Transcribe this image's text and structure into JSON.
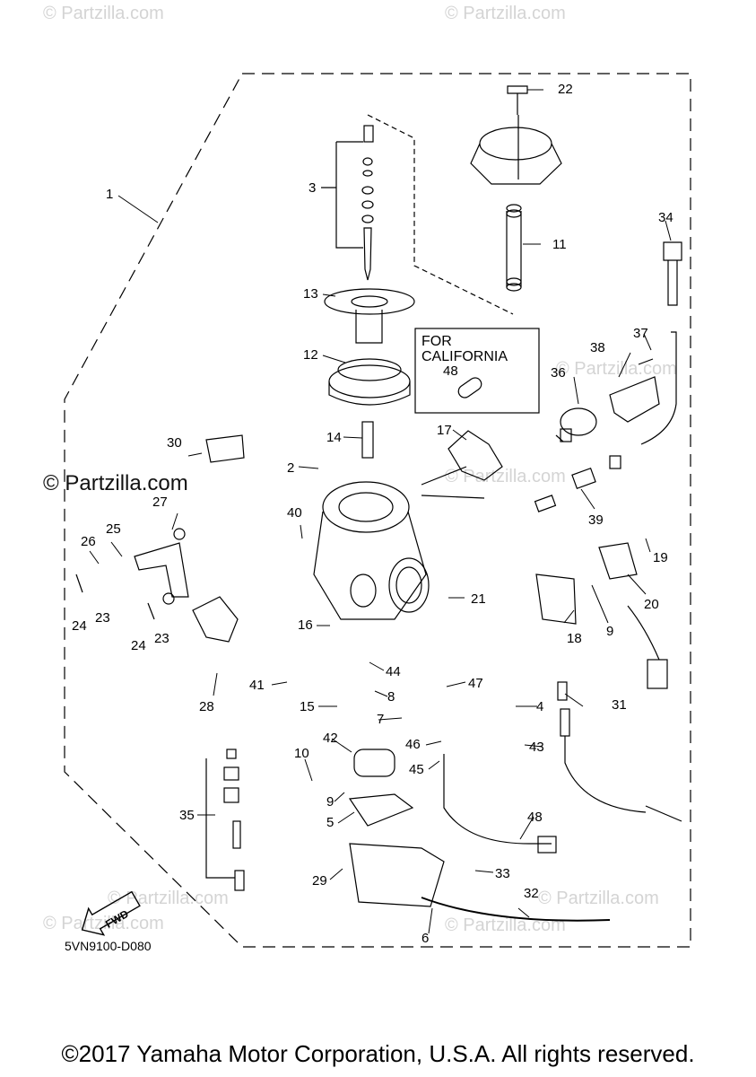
{
  "watermarks": [
    "© Partzilla.com",
    "© Partzilla.com",
    "© Partzilla.com",
    "© Partzilla.com",
    "© Partzilla.com",
    "© Partzilla.com",
    "© Partzilla.com",
    "© Partzilla.com"
  ],
  "watermark_strong": "© Partzilla.com",
  "california_box": [
    "FOR",
    "CALIFORNIA"
  ],
  "fwd_label": "FWD",
  "diagram_code": "5VN9100-D080",
  "copyright": "©2017 Yamaha Motor Corporation, U.S.A. All rights reserved.",
  "callouts": [
    "1",
    "2",
    "3",
    "4",
    "5",
    "6",
    "7",
    "8",
    "9",
    "9",
    "10",
    "11",
    "12",
    "13",
    "14",
    "15",
    "16",
    "17",
    "18",
    "19",
    "20",
    "21",
    "22",
    "23",
    "23",
    "24",
    "24",
    "25",
    "26",
    "27",
    "28",
    "29",
    "30",
    "31",
    "32",
    "33",
    "34",
    "35",
    "36",
    "37",
    "38",
    "39",
    "40",
    "41",
    "42",
    "43",
    "44",
    "45",
    "46",
    "47",
    "48"
  ],
  "colors": {
    "ink": "#000000",
    "watermark": "#d4d4d4",
    "background": "#ffffff"
  }
}
